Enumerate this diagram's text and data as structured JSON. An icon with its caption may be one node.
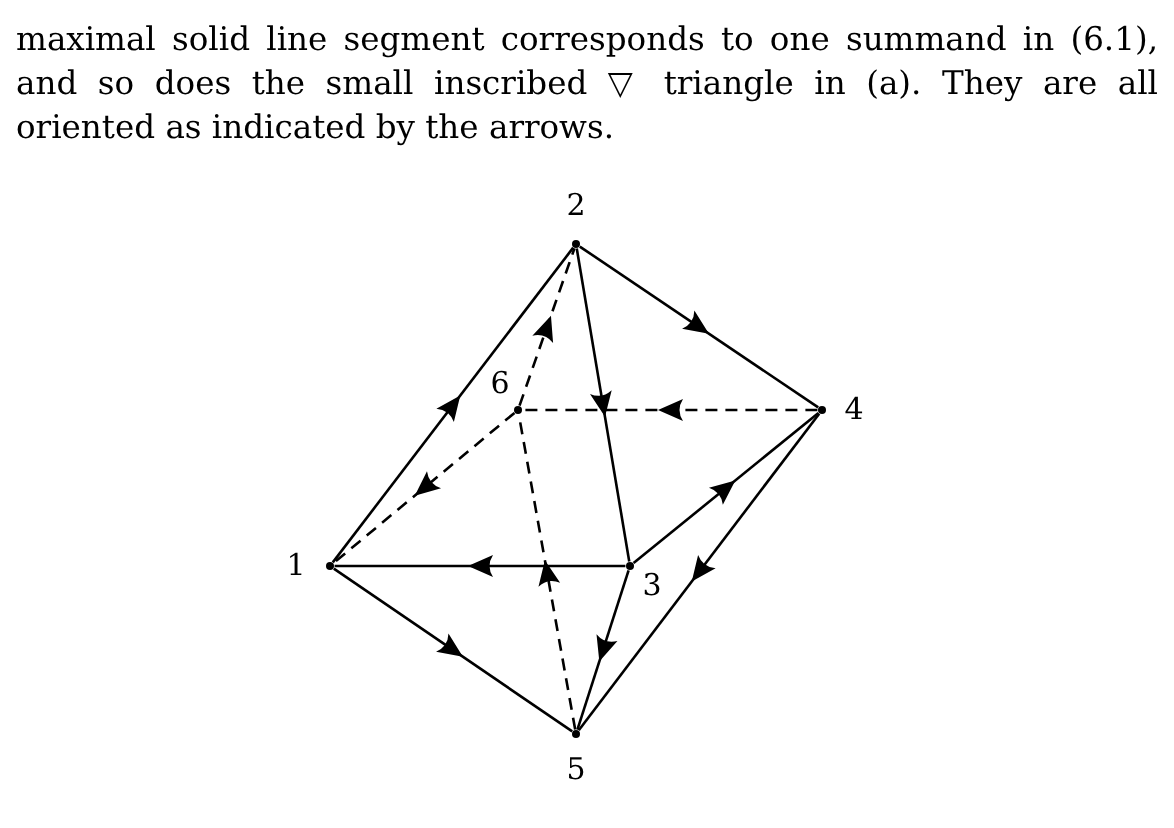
{
  "diagram": {
    "nodes": [
      {
        "text": [],
        "shape": "circle",
        "beside": [
          "2"
        ]
      },
      {
        "text": [],
        "shape": "circle",
        "beside": [
          "6"
        ]
      },
      {
        "text": [],
        "shape": "circle",
        "beside": [
          "4"
        ]
      },
      {
        "text": [],
        "shape": "circle",
        "beside": [
          "1"
        ]
      },
      {
        "text": [],
        "shape": "circle",
        "beside": [
          "3"
        ]
      },
      {
        "text": [],
        "shape": "circle",
        "beside": [
          "5"
        ]
      }
    ],
    "edges": [
      {
        "from": 3,
        "to": 0,
        "arrow": "to"
      },
      {
        "from": 0,
        "to": 2,
        "arrow": "to"
      },
      {
        "from": 0,
        "to": 4,
        "arrow": "to"
      },
      {
        "from": 2,
        "to": 1,
        "arrow": "to",
        "style": "dashed"
      },
      {
        "from": 1,
        "to": 3,
        "arrow": "to",
        "style": "dashed"
      },
      {
        "from": 1,
        "to": 0,
        "arrow": "to",
        "style": "dashed"
      },
      {
        "from": 5,
        "to": 1,
        "arrow": "to",
        "style": "dashed"
      },
      {
        "from": 4,
        "to": 3,
        "arrow": "to"
      },
      {
        "from": 3,
        "to": 5,
        "arrow": "to"
      },
      {
        "from": 4,
        "to": 5,
        "arrow": "to"
      },
      {
        "from": 4,
        "to": 2,
        "arrow": "to"
      },
      {
        "from": 2,
        "to": 5,
        "arrow": "to"
      }
    ],
    "labels": [
      "maximal solid line segment corresponds to one summand in (6.1), and so does the small inscribed ▽ triangle in (a). They are all oriented as indicated by the arrows."
    ]
  }
}
